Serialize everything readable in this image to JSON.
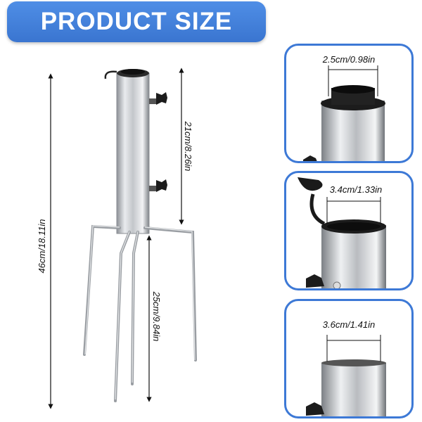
{
  "banner": {
    "title": "PRODUCT SIZE"
  },
  "main": {
    "total_height_label": "46cm/18.11in",
    "tube_height_label": "21cm/8.26in",
    "spike_height_label": "25cm/9.84in"
  },
  "panels": [
    {
      "inner_diameter_label": "2.5cm/0.98in"
    },
    {
      "inner_diameter_label": "3.4cm/1.33in"
    },
    {
      "inner_diameter_label": "3.6cm/1.41in"
    }
  ],
  "colors": {
    "accent": "#3d79d6",
    "banner": "#4a86e0",
    "metal": "#c9ccd0",
    "black_part": "#1d1d1d"
  },
  "icons": {
    "knob": "knob-icon",
    "arrow": "dimension-arrow-icon"
  }
}
